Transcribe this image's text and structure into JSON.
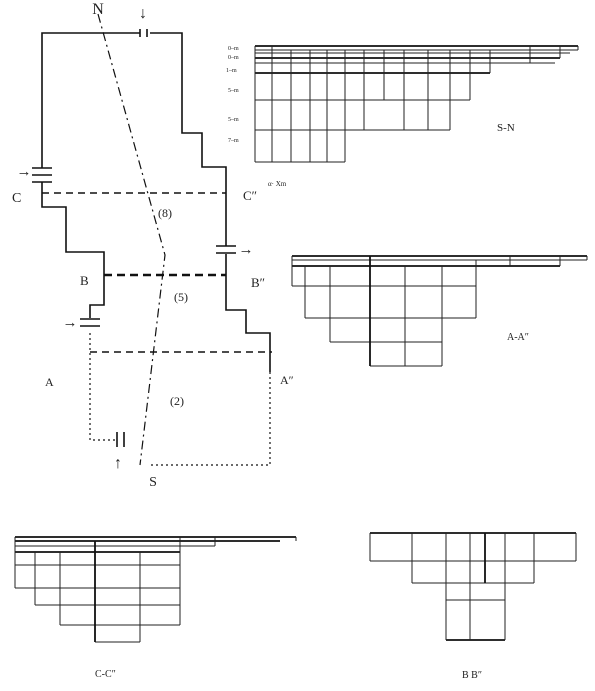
{
  "plan": {
    "north": "N",
    "south": "S",
    "section_c_left": "C",
    "section_c_right": "C″",
    "section_b_left": "B",
    "section_b_right": "B″",
    "section_a_left": "A",
    "section_a_right": "A″",
    "region_upper": "(8)",
    "region_middle": "(5)",
    "region_lower": "(2)"
  },
  "sections": {
    "sn_label": "S-N",
    "sn_row_labels": [
      "0–m",
      "0–m",
      "1–m",
      "5–m",
      "5–m",
      "7–m"
    ],
    "sn_scale": "α· Xm",
    "aa_label": "A-A″",
    "cc_label": "C-C″",
    "bb_label": "B B″"
  },
  "arrows": {
    "top": "↓",
    "c_left": "→",
    "b_right": "→",
    "a_left": "→",
    "bottom": "↑"
  }
}
